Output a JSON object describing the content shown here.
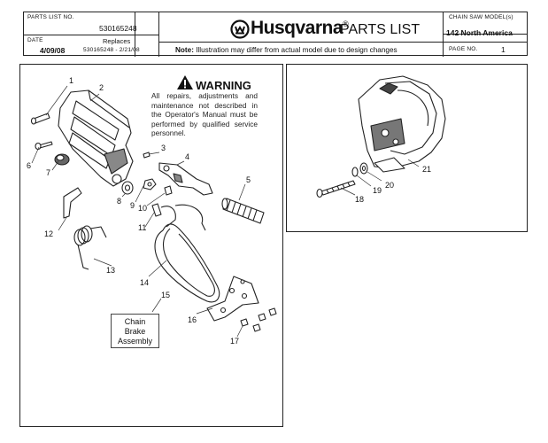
{
  "header": {
    "parts_list_no_label": "PARTS LIST NO.",
    "parts_list_no": "530165248",
    "date_label": "DATE",
    "date": "4/09/08",
    "replaces_label": "Replaces",
    "replaces": "530165248 - 2/21/08",
    "brand": "Husqvarna",
    "brand_mark": "®",
    "title": "PARTS LIST",
    "note_label": "Note:",
    "note": "Illustration may differ from actual model due to design changes",
    "model_label": "CHAIN SAW MODEL(s)",
    "model": "142 North America",
    "page_label": "PAGE   NO.",
    "page_no": "1"
  },
  "warning": {
    "title": "WARNING",
    "text": "All repairs, adjustments and maintenance not described in the Operator's Manual must be performed by qualified service personnel."
  },
  "assembly_box": {
    "line1": "Chain",
    "line2": "Brake",
    "line3": "Assembly"
  },
  "callouts_left": [
    "1",
    "2",
    "3",
    "4",
    "5",
    "6",
    "7",
    "8",
    "9",
    "10",
    "11",
    "12",
    "13",
    "14",
    "15",
    "16",
    "17"
  ],
  "callouts_right": [
    "18",
    "19",
    "20",
    "21"
  ],
  "colors": {
    "line": "#222222",
    "part_fill": "#ffffff",
    "shade": "#555555"
  }
}
